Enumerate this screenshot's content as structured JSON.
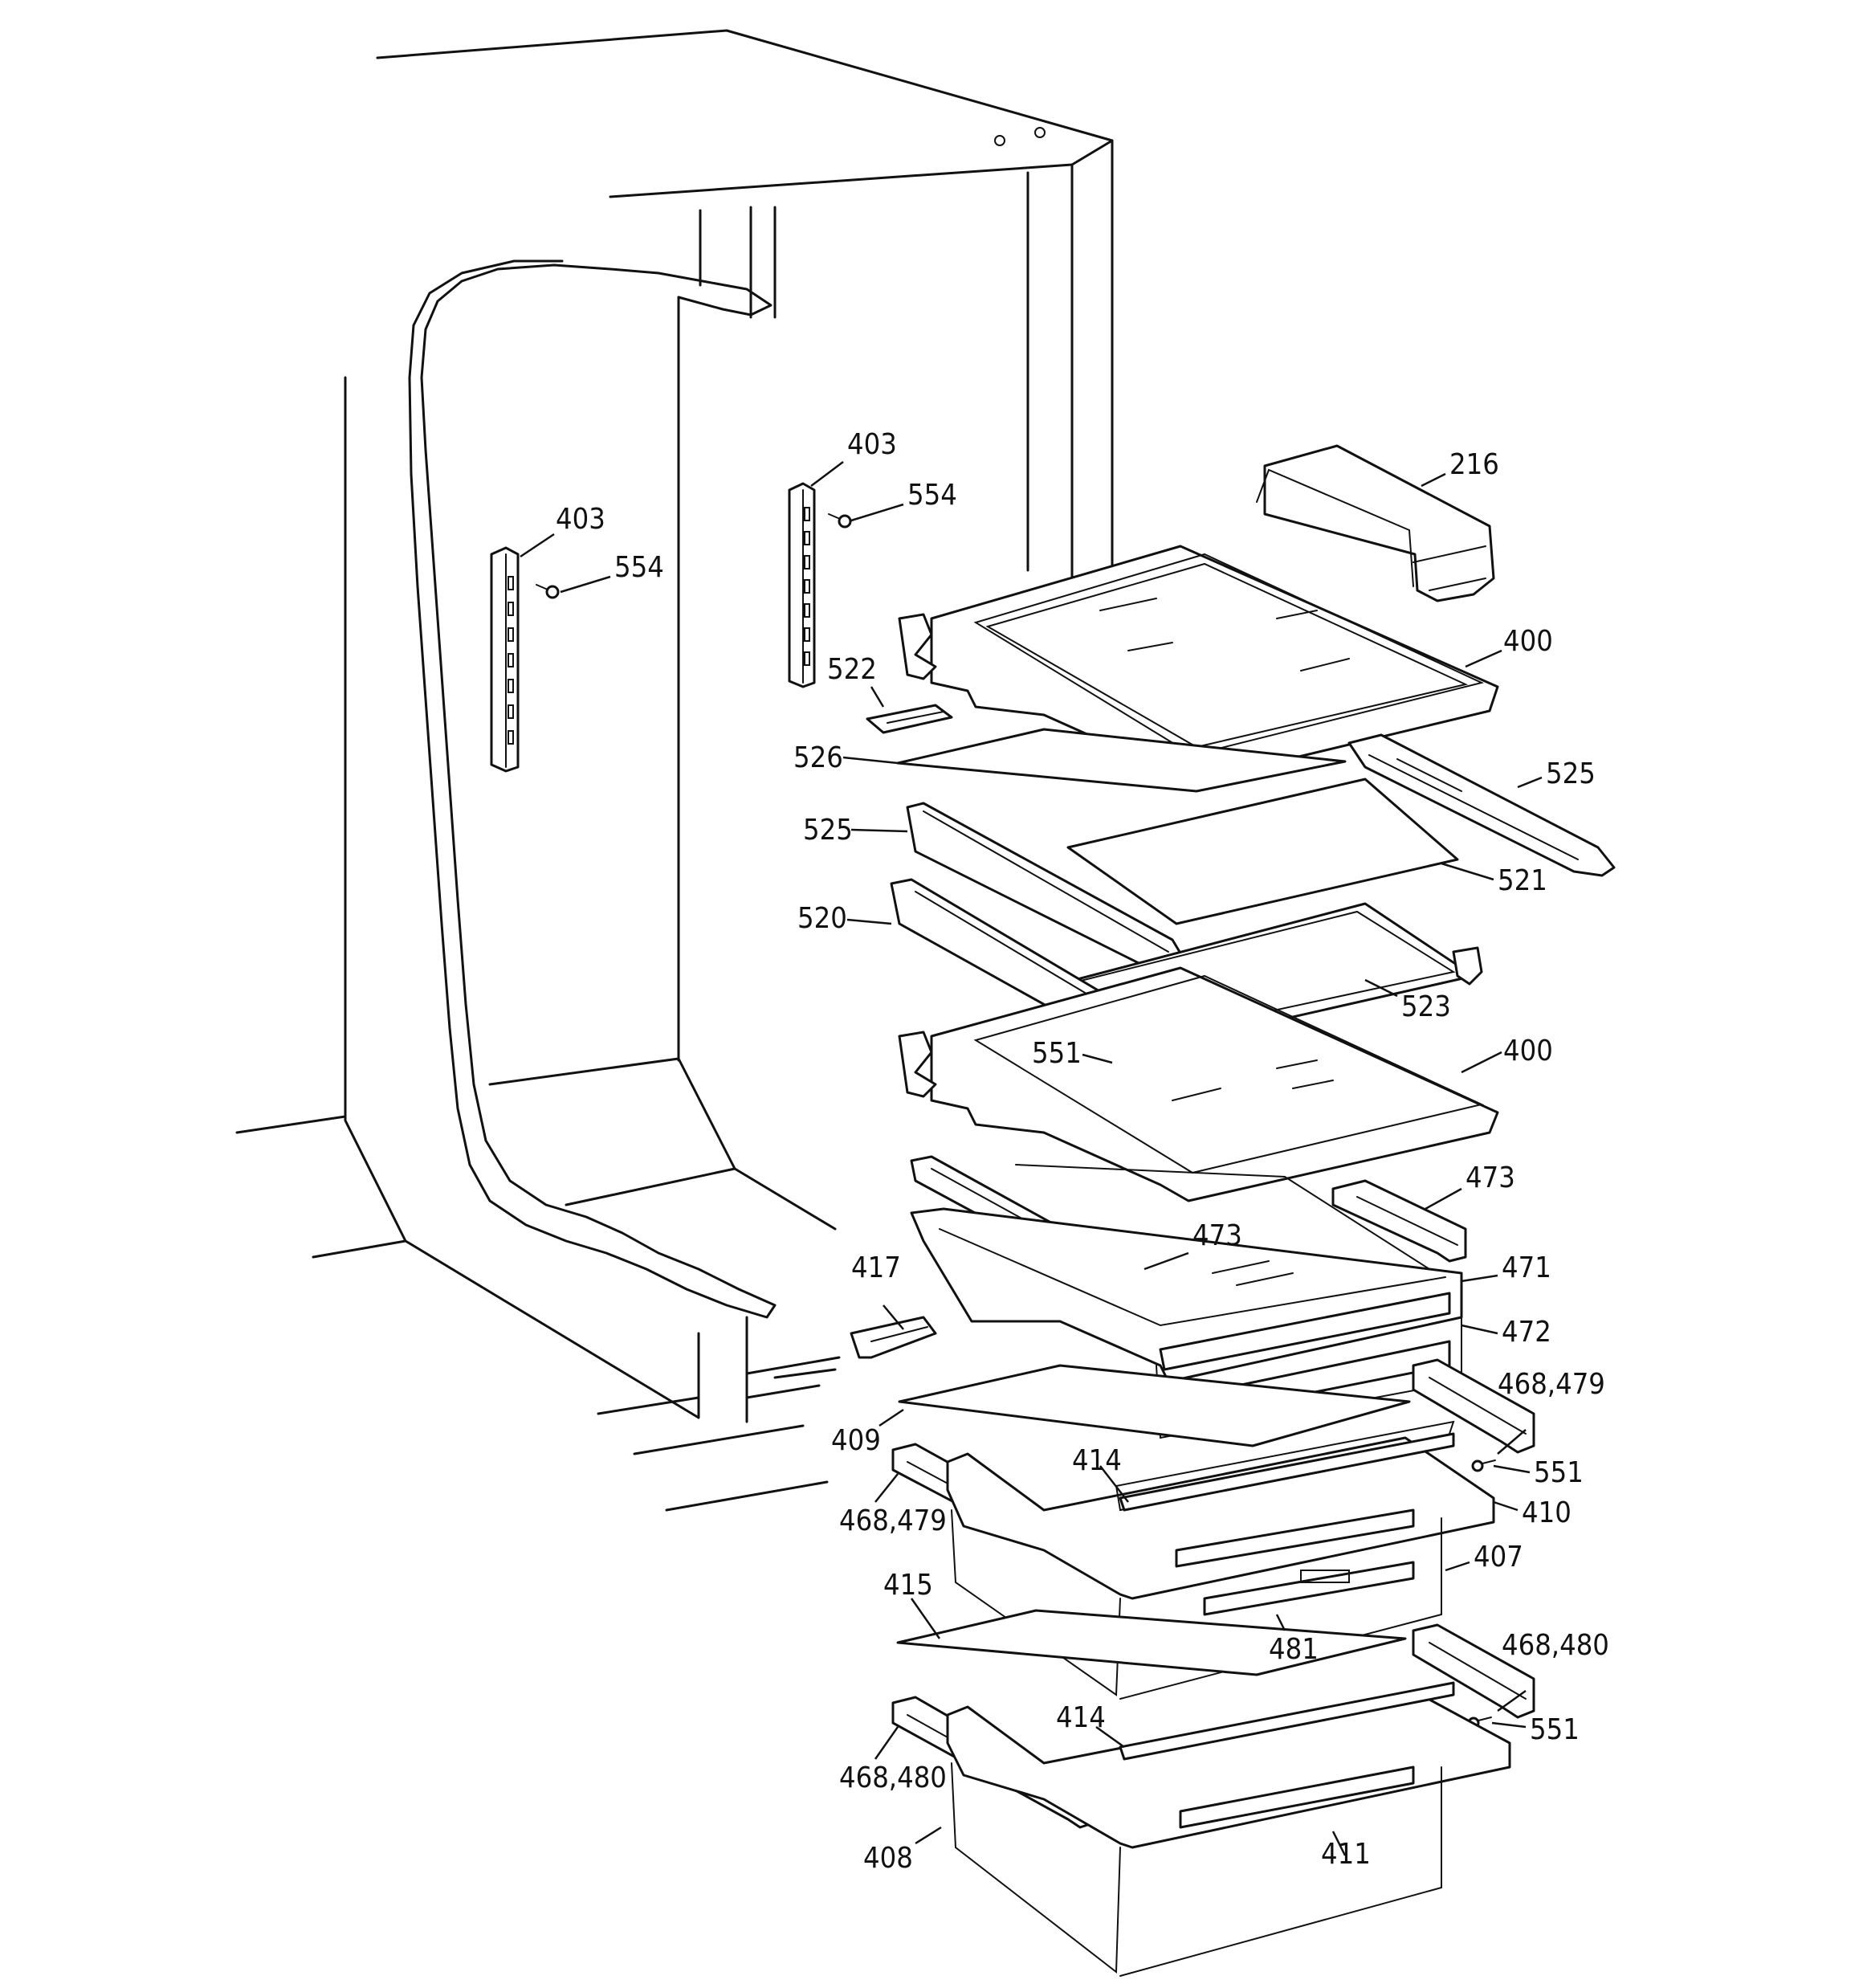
{
  "diagram": {
    "labels": {
      "l216": "216",
      "l400a": "400",
      "l400b": "400",
      "l403a": "403",
      "l403b": "403",
      "l554a": "554",
      "l554b": "554",
      "l522": "522",
      "l526": "526",
      "l525a": "525",
      "l525b": "525",
      "l520": "520",
      "l521": "521",
      "l523": "523",
      "l551a": "551",
      "l551b": "551",
      "l551c": "551",
      "l473a": "473",
      "l473b": "473",
      "l471": "471",
      "l472": "472",
      "l417": "417",
      "l409": "409",
      "l414a": "414",
      "l414b": "414",
      "l468479a": "468,479",
      "l468479b": "468,479",
      "l410": "410",
      "l407": "407",
      "l415": "415",
      "l481": "481",
      "l468480a": "468,480",
      "l468480b": "468,480",
      "l408": "408",
      "l411": "411"
    }
  }
}
